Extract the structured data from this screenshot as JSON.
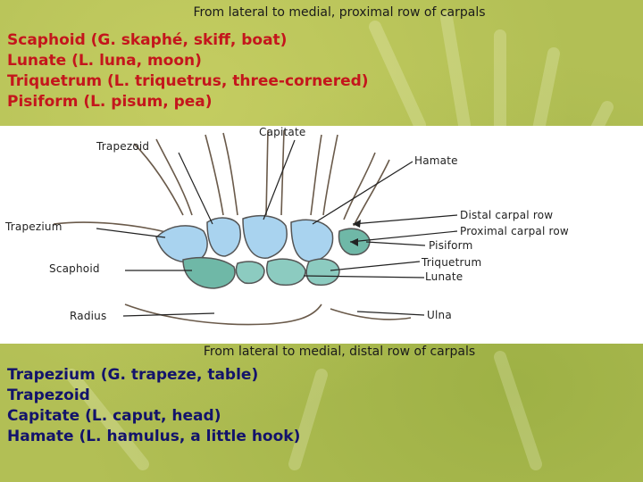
{
  "captions": {
    "proximal": "From lateral to medial, proximal row of carpals",
    "distal": "From lateral to medial, distal row of carpals"
  },
  "proximal_list": [
    "Scaphoid (G. skaphé, skiff, boat)",
    "Lunate (L. luna, moon)",
    "Triquetrum (L. triquetrus, three-cornered)",
    "Pisiform (L. pisum, pea)"
  ],
  "distal_list": [
    "Trapezium (G. trapeze, table)",
    "Trapezoid",
    "Capitate (L. caput, head)",
    "Hamate (L. hamulus, a little hook)"
  ],
  "figure_labels": {
    "capitate": "Capitate",
    "trapezoid": "Trapezoid",
    "hamate": "Hamate",
    "distal_row": "Distal carpal row",
    "trapezium": "Trapezium",
    "proximal_row": "Proximal carpal row",
    "pisiform": "Pisiform",
    "triquetrum": "Triquetrum",
    "scaphoid": "Scaphoid",
    "lunate": "Lunate",
    "radius": "Radius",
    "ulna": "Ulna"
  },
  "colors": {
    "background": "#b2bf55",
    "proximal_text": "#c4161c",
    "distal_text": "#13136b",
    "distal_bone": "#a9d3ef",
    "proximal_bone": "#6fb8a7"
  }
}
